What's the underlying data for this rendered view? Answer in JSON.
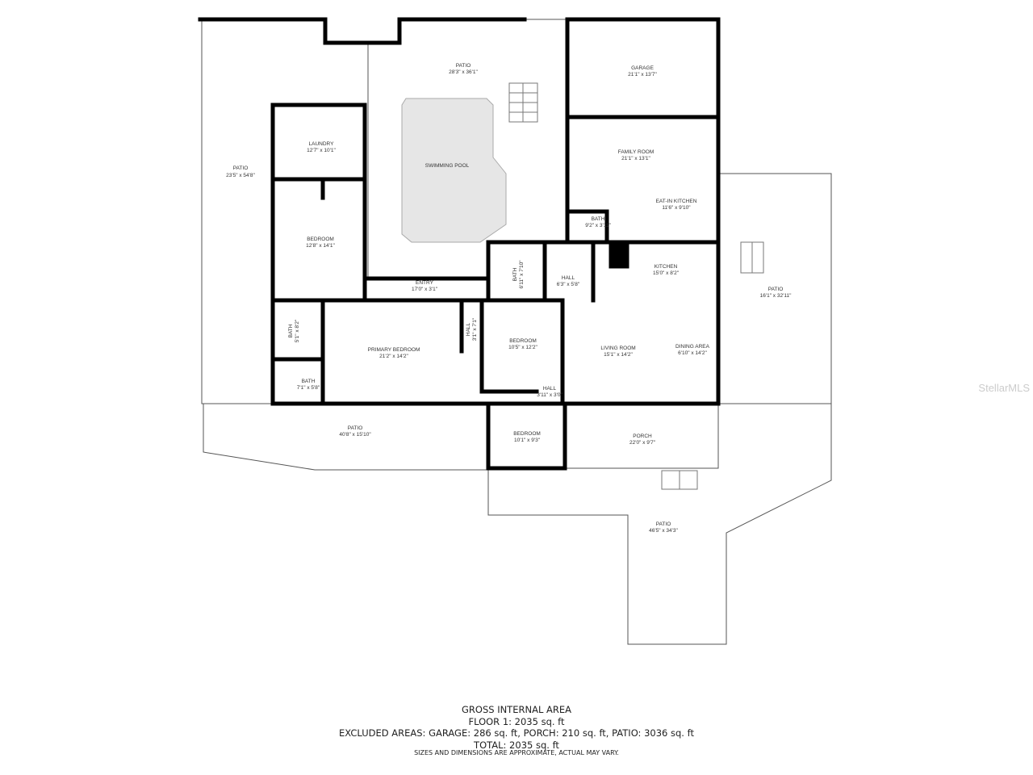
{
  "rooms": {
    "patio_west": {
      "name": "PATIO",
      "dim": "23'5\" x 54'8\""
    },
    "patio_pool": {
      "name": "PATIO",
      "dim": "28'3\" x 36'1\""
    },
    "pool": {
      "name": "SWIMMING POOL"
    },
    "garage": {
      "name": "GARAGE",
      "dim": "21'1\" x 13'7\""
    },
    "laundry": {
      "name": "LAUNDRY",
      "dim": "12'7\" x 10'1\""
    },
    "family_room": {
      "name": "FAMILY ROOM",
      "dim": "21'1\" x 13'1\""
    },
    "eat_in_kitchen": {
      "name": "EAT-IN KITCHEN",
      "dim": "11'6\" x 9'10\""
    },
    "bath_1": {
      "name": "BATH",
      "dim": "9'2\" x 3'11\""
    },
    "bedroom_1": {
      "name": "BEDROOM",
      "dim": "12'8\" x 14'1\""
    },
    "bath_2": {
      "name": "BATH",
      "dim": "6'11\" x 7'10\""
    },
    "hall_1": {
      "name": "HALL",
      "dim": "6'3\" x 5'8\""
    },
    "kitchen": {
      "name": "KITCHEN",
      "dim": "15'0\" x 8'2\""
    },
    "patio_east": {
      "name": "PATIO",
      "dim": "16'1\" x 32'11\""
    },
    "entry": {
      "name": "ENTRY",
      "dim": "17'0\" x 3'1\""
    },
    "bath_3": {
      "name": "BATH",
      "dim": "5'1\" x 8'2\""
    },
    "primary_bedroom": {
      "name": "PRIMARY BEDROOM",
      "dim": "21'2\" x 14'2\""
    },
    "hall_2": {
      "name": "HALL",
      "dim": "3'1\" x 7'1\""
    },
    "bedroom_2": {
      "name": "BEDROOM",
      "dim": "10'5\" x 12'2\""
    },
    "living_room": {
      "name": "LIVING ROOM",
      "dim": "15'1\" x 14'2\""
    },
    "dining_area": {
      "name": "DINING AREA",
      "dim": "6'10\" x 14'2\""
    },
    "bath_4": {
      "name": "BATH",
      "dim": "7'1\" x 5'8\""
    },
    "hall_3": {
      "name": "HALL",
      "dim": "3'11\" x 3'0\""
    },
    "patio_south": {
      "name": "PATIO",
      "dim": "40'8\" x 15'10\""
    },
    "bedroom_3": {
      "name": "BEDROOM",
      "dim": "10'1\" x 9'3\""
    },
    "porch": {
      "name": "PORCH",
      "dim": "22'0\" x 9'7\""
    },
    "patio_southeast": {
      "name": "PATIO",
      "dim": "46'5\" x 34'3\""
    }
  },
  "footer": {
    "title": "GROSS INTERNAL AREA",
    "floor": "FLOOR 1: 2035 sq. ft",
    "excluded": "EXCLUDED AREAS: GARAGE: 286 sq. ft, PORCH: 210 sq. ft, PATIO: 3036 sq. ft",
    "total": "TOTAL: 2035 sq. ft",
    "disclaimer": "SIZES AND DIMENSIONS ARE APPROXIMATE, ACTUAL MAY VARY."
  },
  "watermark": "StellarMLS",
  "colors": {
    "wall": "#000000",
    "pool": "#e6e6e6"
  }
}
